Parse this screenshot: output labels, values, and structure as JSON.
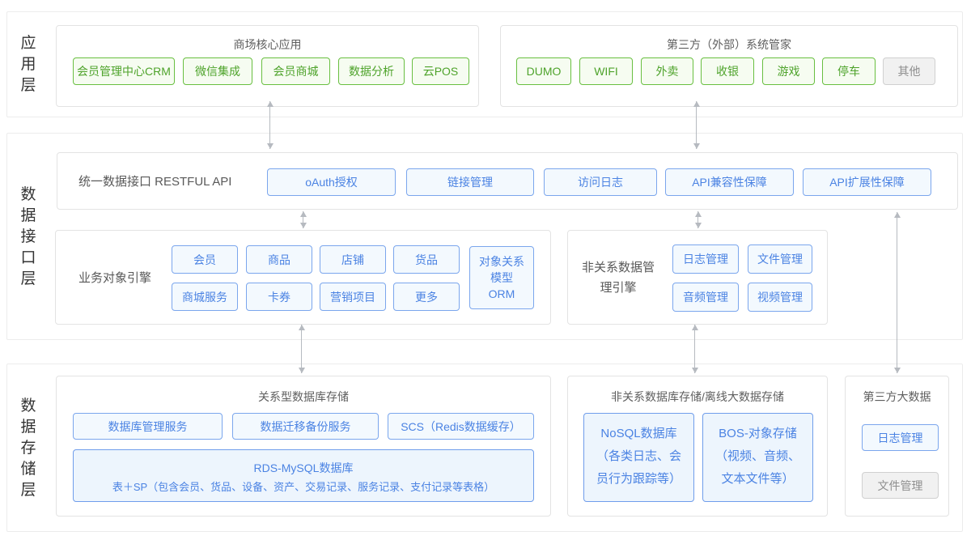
{
  "colors": {
    "green_accent": "#4ea32b",
    "green_border": "#69bf41",
    "blue_accent": "#4b83e3",
    "blue_border": "#7ba6ed",
    "disabled_text": "#8f8f8f",
    "arrow_gray": "#b6bac0"
  },
  "app_layer": {
    "label": "应用层",
    "core": {
      "title": "商场核心应用",
      "buttons": [
        "会员管理中心CRM",
        "微信集成",
        "会员商城",
        "数据分析",
        "云POS"
      ]
    },
    "third_party": {
      "title": "第三方（外部）系统管家",
      "buttons": [
        "DUMO",
        "WIFI",
        "外卖",
        "收银",
        "游戏",
        "停车"
      ],
      "other_button": "其他"
    }
  },
  "interface_layer": {
    "label": "数据接口层",
    "api": {
      "title": "统一数据接口 RESTFUL API",
      "buttons": [
        "oAuth授权",
        "链接管理",
        "访问日志",
        "API兼容性保障",
        "API扩展性保障"
      ]
    },
    "business_engine": {
      "title": "业务对象引擎",
      "buttons": [
        "会员",
        "商品",
        "店铺",
        "货品",
        "商城服务",
        "卡券",
        "营销项目",
        "更多"
      ],
      "orm_lines": [
        "对象关系",
        "模型",
        "ORM"
      ]
    },
    "nonrelational_engine": {
      "title_line1": "非关系数据管",
      "title_line2": "理引擎",
      "buttons": [
        "日志管理",
        "文件管理",
        "音频管理",
        "视频管理"
      ]
    }
  },
  "storage_layer": {
    "label": "数据存储层",
    "relational": {
      "title": "关系型数据库存储",
      "buttons": [
        "数据库管理服务",
        "数据迁移备份服务",
        "SCS（Redis数据缓存）"
      ],
      "rds_line1": "RDS-MySQL数据库",
      "rds_line2": "表＋SP（包含会员、货品、设备、资产、交易记录、服务记录、支付记录等表格）"
    },
    "nonrelational": {
      "title": "非关系数据库存储/离线大数据存储",
      "nosql_lines": [
        "NoSQL数据库",
        "（各类日志、会",
        "员行为跟踪等）"
      ],
      "bos_lines": [
        "BOS-对象存储",
        "（视频、音频、",
        "文本文件等）"
      ]
    },
    "third_party_bigdata": {
      "title": "第三方大数据",
      "log_button": "日志管理",
      "file_button": "文件管理"
    }
  }
}
